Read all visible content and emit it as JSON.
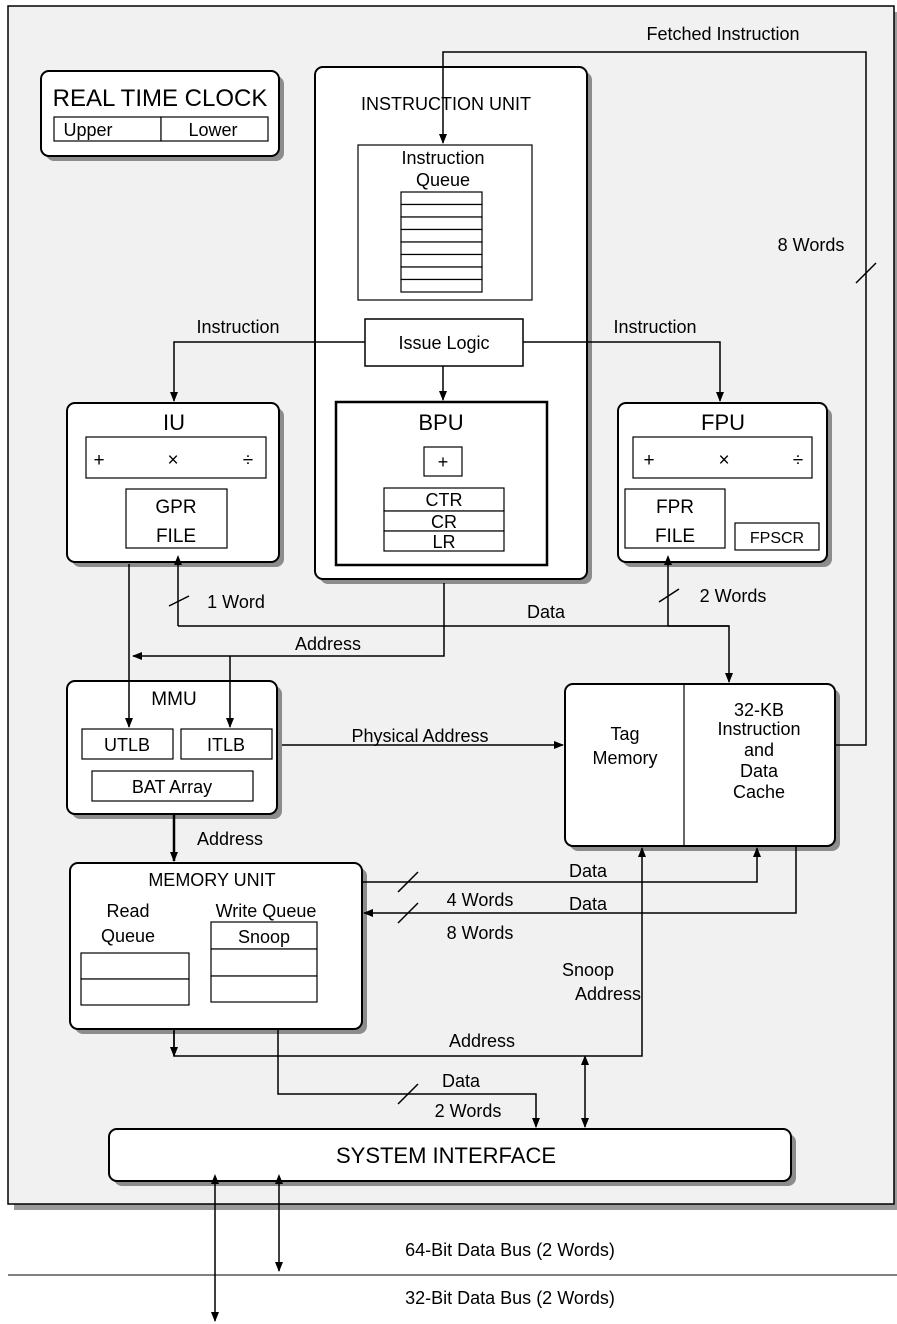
{
  "rtc": {
    "title": "REAL TIME CLOCK",
    "upper": "Upper",
    "lower": "Lower"
  },
  "instruction_unit": {
    "title": "INSTRUCTION UNIT",
    "queue_line1": "Instruction",
    "queue_line2": "Queue",
    "issue_logic": "Issue Logic"
  },
  "bpu": {
    "title": "BPU",
    "adder": "+",
    "regs": [
      "CTR",
      "CR",
      "LR"
    ]
  },
  "iu": {
    "title": "IU",
    "ops": [
      "+",
      "×",
      "÷"
    ],
    "file_line1": "GPR",
    "file_line2": "FILE"
  },
  "fpu": {
    "title": "FPU",
    "ops": [
      "+",
      "×",
      "÷"
    ],
    "file_line1": "FPR",
    "file_line2": "FILE",
    "fpscr": "FPSCR"
  },
  "mmu": {
    "title": "MMU",
    "utlb": "UTLB",
    "itlb": "ITLB",
    "bat": "BAT Array"
  },
  "cache": {
    "tag_line1": "Tag",
    "tag_line2": "Memory",
    "cache_lines": [
      "32-KB",
      "Instruction",
      "and",
      "Data",
      "Cache"
    ]
  },
  "memory_unit": {
    "title": "MEMORY UNIT",
    "read_line1": "Read",
    "read_line2": "Queue",
    "write_queue": "Write Queue",
    "snoop": "Snoop"
  },
  "system_interface": {
    "title": "SYSTEM INTERFACE"
  },
  "labels": {
    "fetched_instruction": "Fetched Instruction",
    "eight_words_top": "8 Words",
    "instruction_left": "Instruction",
    "instruction_right": "Instruction",
    "one_word": "1 Word",
    "two_words_fpu": "2 Words",
    "data_mid": "Data",
    "address_mid": "Address",
    "physical_address": "Physical Address",
    "address_mmu": "Address",
    "data_mu1": "Data",
    "four_words": "4 Words",
    "data_mu2": "Data",
    "eight_words_mu": "8 Words",
    "snoop_line1": "Snoop",
    "snoop_line2": "Address",
    "address_bottom": "Address",
    "data_bottom": "Data",
    "two_words_bottom": "2 Words"
  },
  "buses": {
    "bus64": "64-Bit Data Bus (2 Words)",
    "bus32": "32-Bit Data Bus (2 Words)"
  }
}
